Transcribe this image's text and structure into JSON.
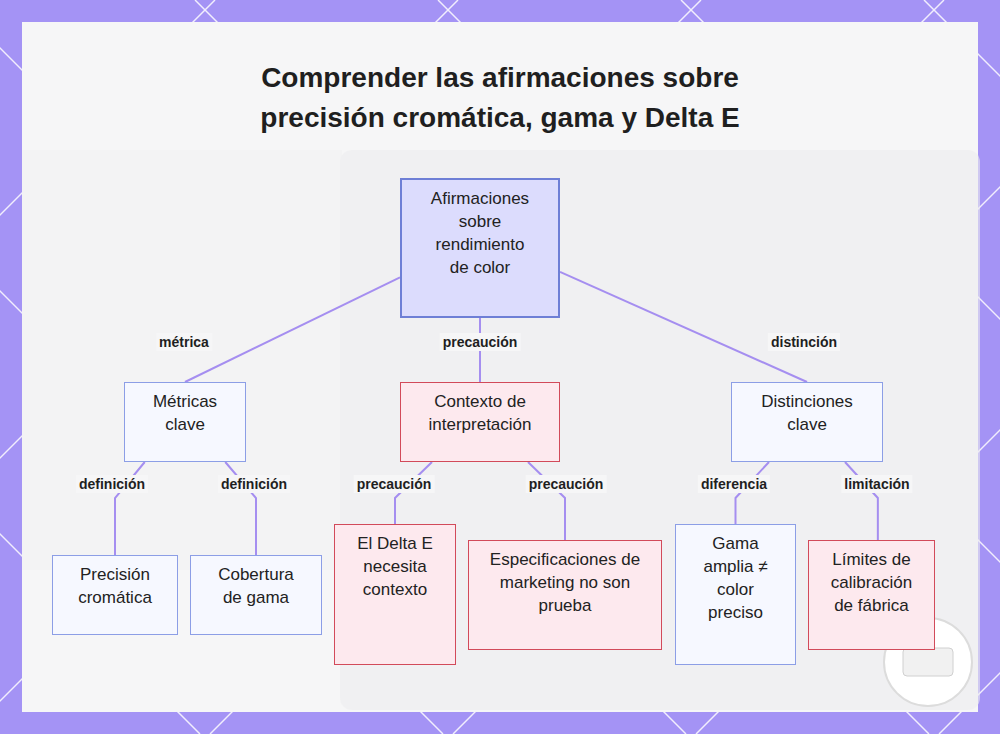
{
  "diagram": {
    "title": "Comprender las afirmaciones sobre precisión cromática, gama y Delta E",
    "nodes": [
      {
        "text": [
          "Afirmaciones sobre rendimiento de color"
        ]
      },
      {
        "text": [
          "Métricas clave"
        ]
      },
      {
        "text": [
          "Contexto de interpretación"
        ]
      },
      {
        "text": [
          "Distinciones clave"
        ]
      },
      {
        "text": [
          "Precisión cromática"
        ]
      },
      {
        "text": [
          "Cobertura de gama"
        ]
      },
      {
        "text": [
          "El Delta E necesita contexto"
        ]
      },
      {
        "text": [
          "Especificaciones de marketing no son prueba"
        ]
      },
      {
        "text": [
          "Gama amplia ≠ color preciso"
        ]
      },
      {
        "text": [
          "Límites de calibración de fábrica"
        ]
      }
    ],
    "edges": [
      {
        "from": 0,
        "to": 1,
        "label": "métrica",
        "arrow": "none"
      },
      {
        "from": 0,
        "to": 2,
        "label": "precaución",
        "arrow": "none"
      },
      {
        "from": 0,
        "to": 3,
        "label": "distinción",
        "arrow": "none"
      },
      {
        "from": 1,
        "to": 4,
        "label": "definición",
        "arrow": "none"
      },
      {
        "from": 1,
        "to": 5,
        "label": "definición",
        "arrow": "none"
      },
      {
        "from": 2,
        "to": 6,
        "label": "precaución",
        "arrow": "none"
      },
      {
        "from": 2,
        "to": 7,
        "label": "precaución",
        "arrow": "none"
      },
      {
        "from": 3,
        "to": 8,
        "label": "diferencia",
        "arrow": "none"
      },
      {
        "from": 3,
        "to": 9,
        "label": "limitación",
        "arrow": "none"
      }
    ]
  }
}
